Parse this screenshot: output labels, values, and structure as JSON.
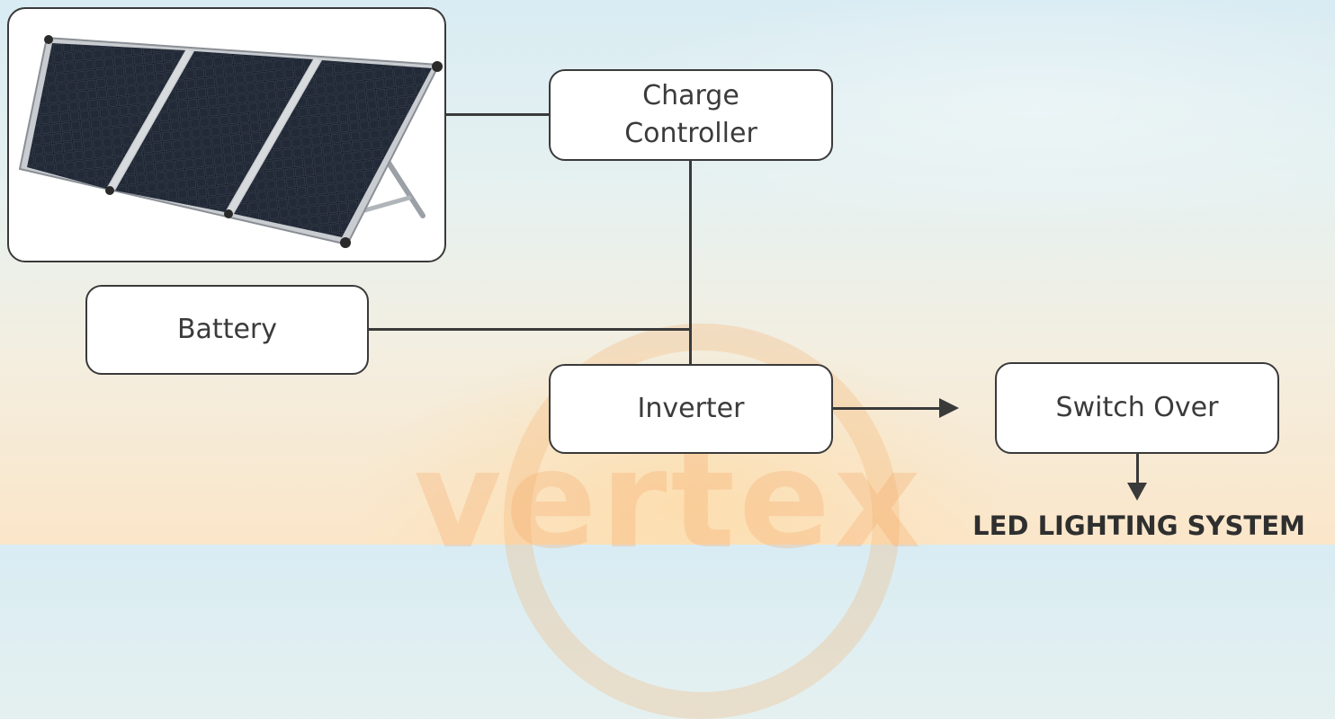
{
  "diagram": {
    "nodes": {
      "solar_panel": {
        "icon": "solar-panel-icon"
      },
      "charge_controller": {
        "line1": "Charge",
        "line2": "Controller"
      },
      "battery": {
        "label": "Battery"
      },
      "inverter": {
        "label": "Inverter"
      },
      "switch_over": {
        "label": "Switch Over"
      },
      "led_lighting": {
        "label": "LED LIGHTING SYSTEM"
      }
    },
    "edges": [
      {
        "from": "solar_panel",
        "to": "charge_controller",
        "arrow": false
      },
      {
        "from": "charge_controller",
        "to": "inverter",
        "arrow": false
      },
      {
        "from": "battery",
        "to": "inverter",
        "arrow": false
      },
      {
        "from": "inverter",
        "to": "switch_over",
        "arrow": true
      },
      {
        "from": "switch_over",
        "to": "led_lighting",
        "arrow": true
      }
    ],
    "colors": {
      "box_border": "#3a3a3a",
      "box_fill": "#ffffff",
      "text": "#3b3b3b",
      "watermark": "#f4a05a"
    }
  },
  "watermark": {
    "text": "vertex"
  }
}
